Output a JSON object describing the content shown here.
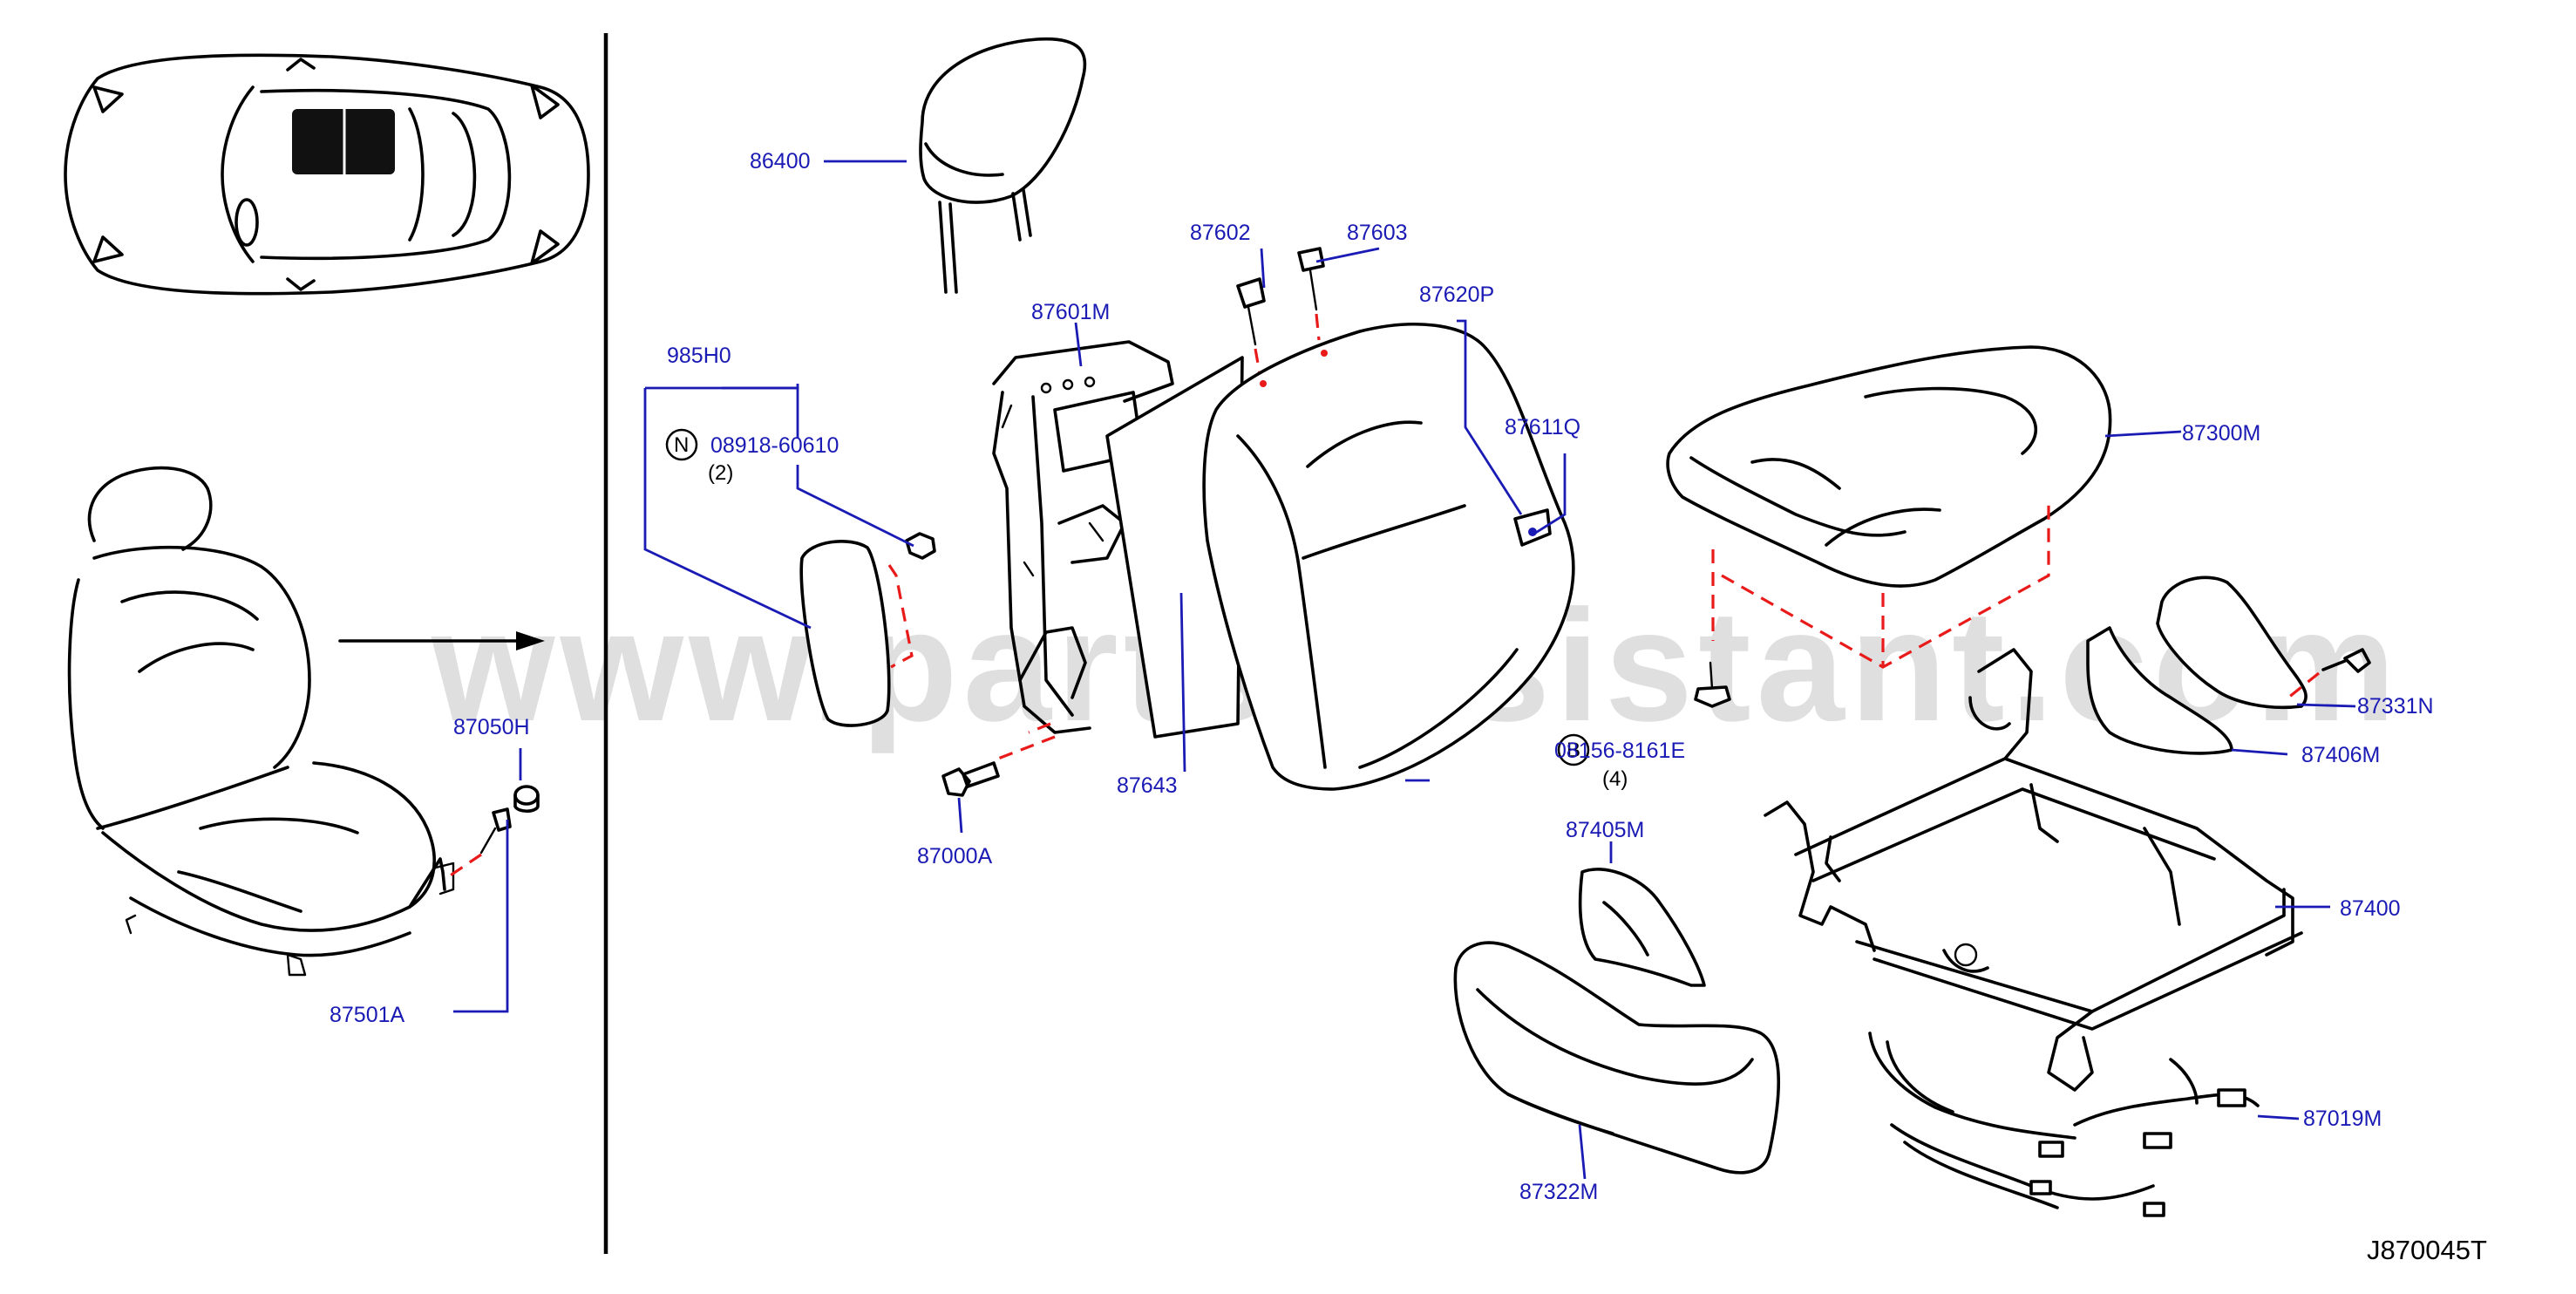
{
  "diagram": {
    "watermark": "www.partsassistant.com",
    "diagram_code": "J870045T",
    "parts": {
      "p86400": "86400",
      "p87602": "87602",
      "p87603": "87603",
      "p87601M": "87601M",
      "p87620P": "87620P",
      "p985H0": "985H0",
      "p87611Q": "87611Q",
      "p87300M": "87300M",
      "p08918": "08918-60610",
      "p08918_qty": "(2)",
      "p08918_marker": "N",
      "p87050H": "87050H",
      "p87331N": "87331N",
      "p87406M": "87406M",
      "p08156": "08156-8161E",
      "p08156_qty": "(4)",
      "p08156_marker": "B",
      "p87643": "87643",
      "p87000A": "87000A",
      "p87405M": "87405M",
      "p87400": "87400",
      "p87501A": "87501A",
      "p87019M": "87019M",
      "p87322M": "87322M"
    },
    "colors": {
      "leader": "#1a1ab4",
      "dashed_connector": "#e81a1a",
      "outline": "#000000",
      "highlight_seat": "#111111"
    }
  }
}
